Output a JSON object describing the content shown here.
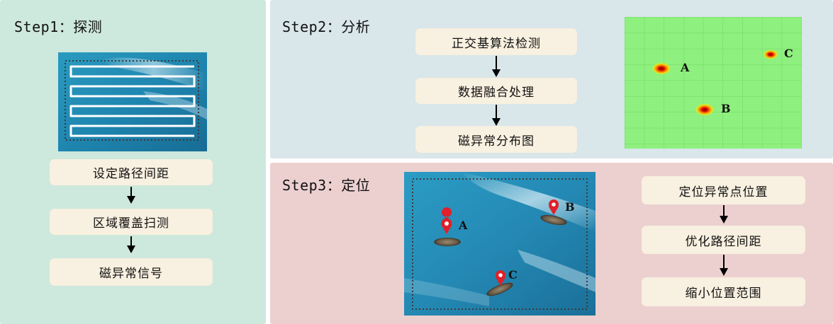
{
  "step1": {
    "title": "Step1：探测",
    "boxes": [
      "设定路径间距",
      "区域覆盖扫测",
      "磁异常信号"
    ]
  },
  "step2": {
    "title": "Step2：分析",
    "boxes": [
      "正交基算法检测",
      "数据融合处理",
      "磁异常分布图"
    ],
    "heatmap_labels": [
      "A",
      "B",
      "C"
    ]
  },
  "step3": {
    "title": "Step3：定位",
    "boxes": [
      "定位异常点位置",
      "优化路径间距",
      "缩小位置范围"
    ],
    "target_labels": [
      "A",
      "B",
      "C"
    ]
  },
  "colors": {
    "panel1": "#cde8dc",
    "panel2": "#d9e6ea",
    "panel3": "#ecd0cf",
    "box": "#f8f0e0",
    "heatmap": "#8ef07e",
    "marker": "#e0202a"
  }
}
